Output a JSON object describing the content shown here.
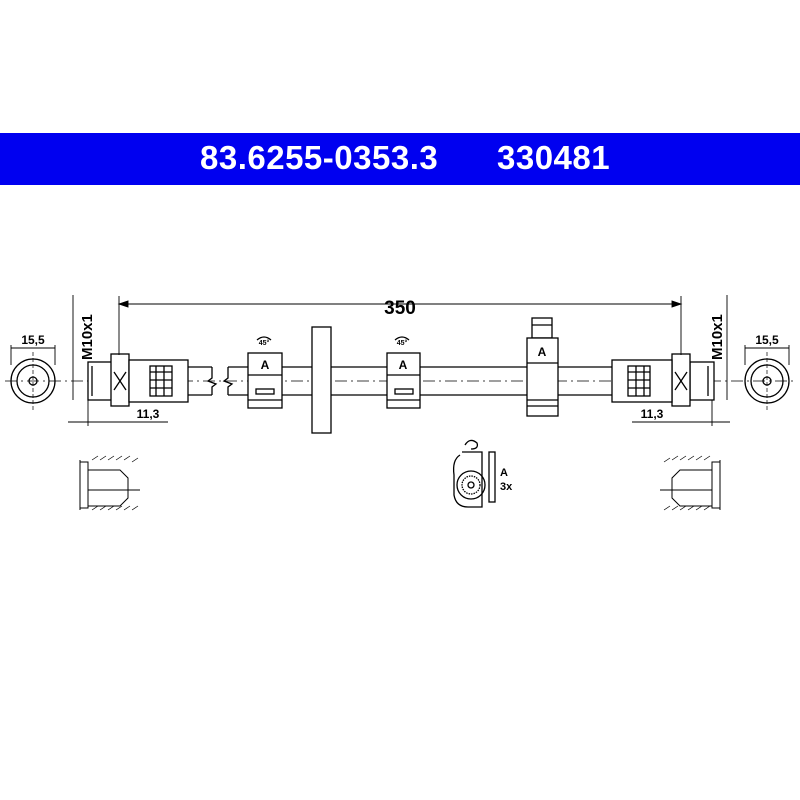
{
  "header": {
    "part_number": "83.6255-0353.3",
    "ref_number": "330481",
    "color": "#0000f0"
  },
  "dimensions": {
    "length": "350",
    "thread": "M10x1",
    "hex_size": "15,5",
    "fitting_length": "11,3"
  },
  "clips": {
    "label": "A",
    "rotation": "45°",
    "quantity": "3x"
  }
}
